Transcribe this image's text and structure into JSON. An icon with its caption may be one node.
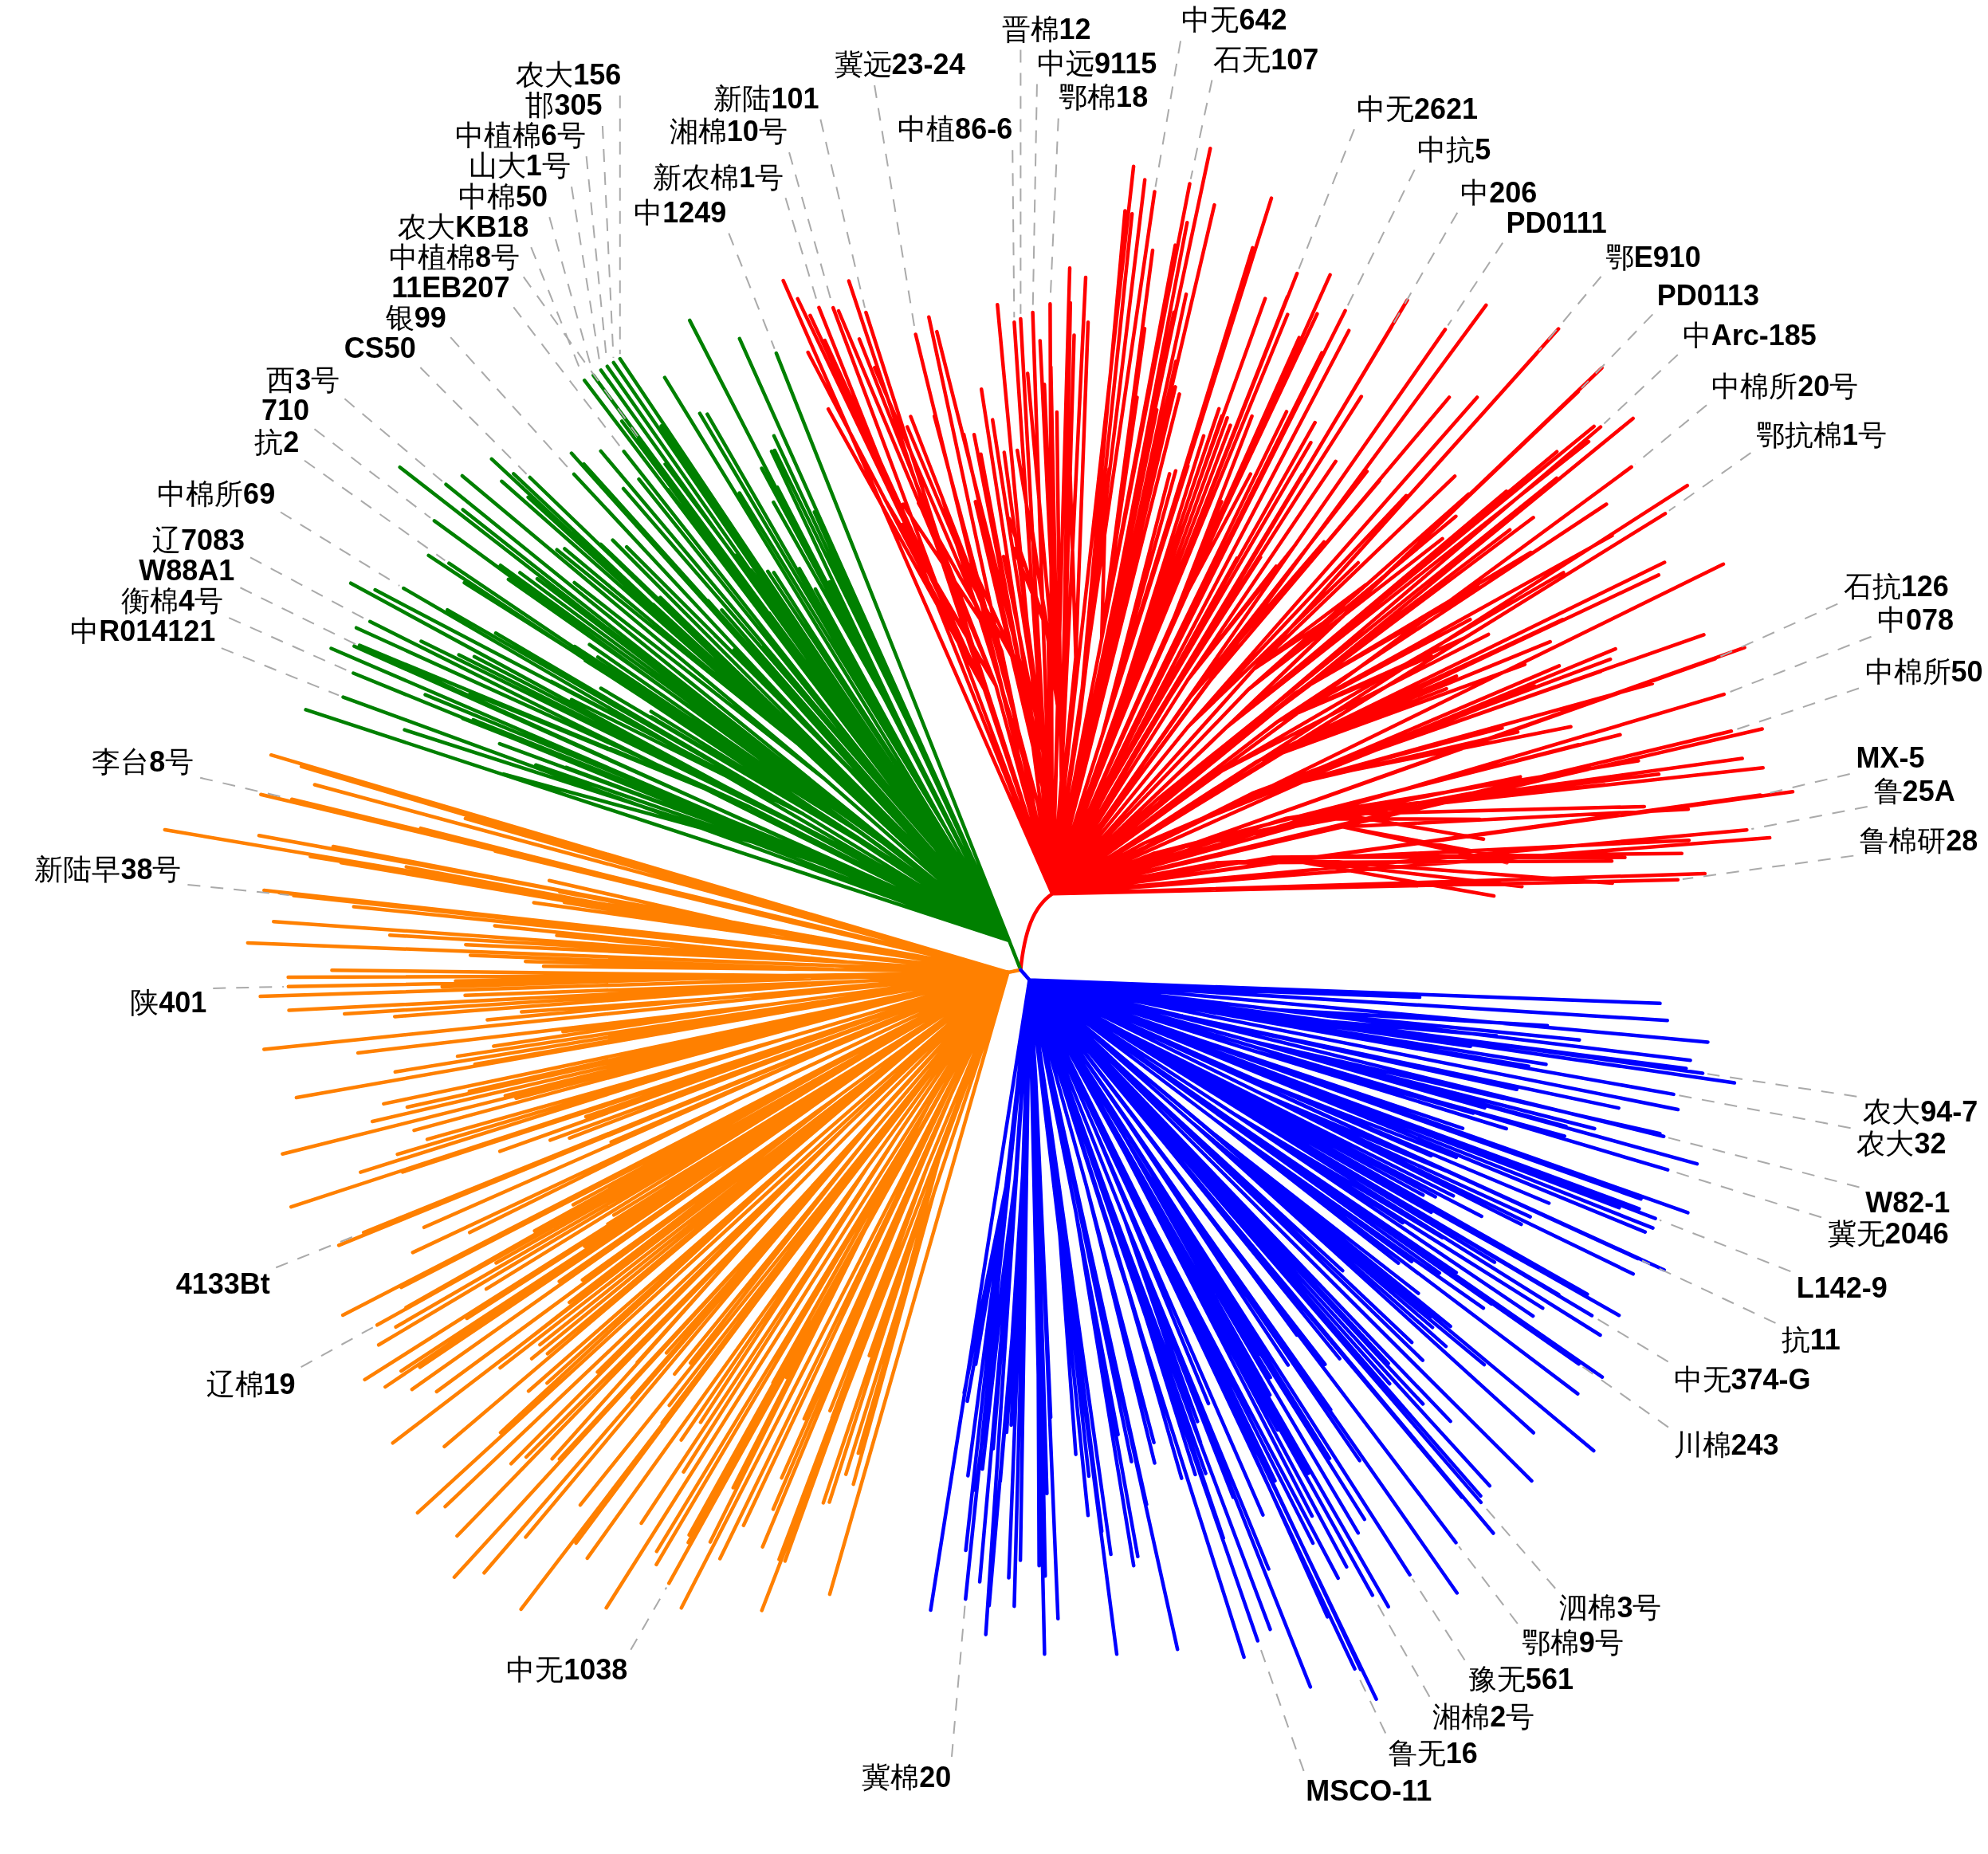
{
  "diagram": {
    "nodes": [
      {
        "text": [
          "晋棉**12**"
        ]
      },
      {
        "text": [
          "中远**9115**"
        ]
      },
      {
        "text": [
          "鄂棉**18**"
        ]
      },
      {
        "text": [
          "中无**642**"
        ]
      },
      {
        "text": [
          "石无**107**"
        ]
      },
      {
        "text": [
          "中无**2621**"
        ]
      },
      {
        "text": [
          "中抗**5**"
        ]
      },
      {
        "text": [
          "中**206**"
        ]
      },
      {
        "text": [
          "PD0111"
        ]
      },
      {
        "text": [
          "鄂**E910**"
        ]
      },
      {
        "text": [
          "PD0113"
        ]
      },
      {
        "text": [
          "中**Arc-185**"
        ]
      },
      {
        "text": [
          "中棉所**20**号"
        ]
      },
      {
        "text": [
          "鄂抗棉**1**号"
        ]
      },
      {
        "text": [
          "石抗**126**"
        ]
      },
      {
        "text": [
          "中**078**"
        ]
      },
      {
        "text": [
          "中棉所**50**"
        ]
      },
      {
        "text": [
          "MX-5"
        ]
      },
      {
        "text": [
          "鲁**25A**"
        ]
      },
      {
        "text": [
          "鲁棉研**28**"
        ]
      },
      {
        "text": [
          "农大**94-7**"
        ]
      },
      {
        "text": [
          "农大**32**"
        ]
      },
      {
        "text": [
          "W82-1"
        ]
      },
      {
        "text": [
          "冀无**2046**"
        ]
      },
      {
        "text": [
          "L142-9"
        ]
      },
      {
        "text": [
          "抗**11**"
        ]
      },
      {
        "text": [
          "中无**374-G**"
        ]
      },
      {
        "text": [
          "川棉**243**"
        ]
      },
      {
        "text": [
          "泗棉**3**号"
        ]
      },
      {
        "text": [
          "鄂棉**9**号"
        ]
      },
      {
        "text": [
          "豫无**561**"
        ]
      },
      {
        "text": [
          "湘棉**2**号"
        ]
      },
      {
        "text": [
          "鲁无**16**"
        ]
      },
      {
        "text": [
          "MSCO-11"
        ]
      },
      {
        "text": [
          "冀棉**20**"
        ]
      },
      {
        "text": [
          "中无**1038**"
        ]
      },
      {
        "text": [
          "辽棉**19**"
        ]
      },
      {
        "text": [
          "4133Bt"
        ]
      },
      {
        "text": [
          "陕**401**"
        ]
      },
      {
        "text": [
          "新陆早**38**号"
        ]
      },
      {
        "text": [
          "李台**8**号"
        ]
      },
      {
        "text": [
          "中**R014121**"
        ]
      },
      {
        "text": [
          "衡棉**4**号"
        ]
      },
      {
        "text": [
          "W88A1"
        ]
      },
      {
        "text": [
          "辽**7083**"
        ]
      },
      {
        "text": [
          "中棉所**69**"
        ]
      },
      {
        "text": [
          "抗**2**"
        ]
      },
      {
        "text": [
          "710"
        ]
      },
      {
        "text": [
          "西**3**号"
        ]
      },
      {
        "text": [
          "CS50"
        ]
      },
      {
        "text": [
          "银**99**"
        ]
      },
      {
        "text": [
          "11EB207"
        ]
      },
      {
        "text": [
          "中植棉**8**号"
        ]
      },
      {
        "text": [
          "农大**KB18**"
        ]
      },
      {
        "text": [
          "中棉**50**"
        ]
      },
      {
        "text": [
          "山大**1**号"
        ]
      },
      {
        "text": [
          "中植棉**6**号"
        ]
      },
      {
        "text": [
          "邯**305**"
        ]
      },
      {
        "text": [
          "农大**156**"
        ]
      },
      {
        "text": [
          "中**1249**"
        ]
      },
      {
        "text": [
          "新农棉**1**号"
        ]
      },
      {
        "text": [
          "湘棉**10**号"
        ]
      },
      {
        "text": [
          "新陆**101**"
        ]
      },
      {
        "text": [
          "冀远**23-24**"
        ]
      },
      {
        "text": [
          "中植**86-6**"
        ]
      }
    ],
    "edges": [
      {
        "from": 0,
        "to": null,
        "arrow": "none",
        "style": "dashed"
      },
      {
        "from": 1,
        "to": null,
        "arrow": "none",
        "style": "dashed"
      },
      {
        "from": 2,
        "to": null,
        "arrow": "none",
        "style": "dashed"
      },
      {
        "from": 3,
        "to": null,
        "arrow": "none",
        "style": "dashed"
      },
      {
        "from": 4,
        "to": null,
        "arrow": "none",
        "style": "dashed"
      },
      {
        "from": 5,
        "to": null,
        "arrow": "none",
        "style": "dashed"
      },
      {
        "from": 6,
        "to": null,
        "arrow": "none",
        "style": "dashed"
      },
      {
        "from": 7,
        "to": null,
        "arrow": "none",
        "style": "dashed"
      },
      {
        "from": 8,
        "to": null,
        "arrow": "none",
        "style": "dashed"
      },
      {
        "from": 9,
        "to": null,
        "arrow": "none",
        "style": "dashed"
      },
      {
        "from": 10,
        "to": null,
        "arrow": "none",
        "style": "dashed"
      },
      {
        "from": 11,
        "to": null,
        "arrow": "none",
        "style": "dashed"
      },
      {
        "from": 12,
        "to": null,
        "arrow": "none",
        "style": "dashed"
      },
      {
        "from": 13,
        "to": null,
        "arrow": "none",
        "style": "dashed"
      },
      {
        "from": 14,
        "to": null,
        "arrow": "none",
        "style": "dashed"
      },
      {
        "from": 15,
        "to": null,
        "arrow": "none",
        "style": "dashed"
      },
      {
        "from": 16,
        "to": null,
        "arrow": "none",
        "style": "dashed"
      },
      {
        "from": 17,
        "to": null,
        "arrow": "none",
        "style": "dashed"
      },
      {
        "from": 18,
        "to": null,
        "arrow": "none",
        "style": "dashed"
      },
      {
        "from": 19,
        "to": null,
        "arrow": "none",
        "style": "dashed"
      },
      {
        "from": 20,
        "to": null,
        "arrow": "none",
        "style": "dashed"
      },
      {
        "from": 21,
        "to": null,
        "arrow": "none",
        "style": "dashed"
      },
      {
        "from": 22,
        "to": null,
        "arrow": "none",
        "style": "dashed"
      },
      {
        "from": 23,
        "to": null,
        "arrow": "none",
        "style": "dashed"
      },
      {
        "from": 24,
        "to": null,
        "arrow": "none",
        "style": "dashed"
      },
      {
        "from": 25,
        "to": null,
        "arrow": "none",
        "style": "dashed"
      },
      {
        "from": 26,
        "to": null,
        "arrow": "none",
        "style": "dashed"
      },
      {
        "from": 27,
        "to": null,
        "arrow": "none",
        "style": "dashed"
      },
      {
        "from": 28,
        "to": null,
        "arrow": "none",
        "style": "dashed"
      },
      {
        "from": 29,
        "to": null,
        "arrow": "none",
        "style": "dashed"
      },
      {
        "from": 30,
        "to": null,
        "arrow": "none",
        "style": "dashed"
      },
      {
        "from": 31,
        "to": null,
        "arrow": "none",
        "style": "dashed"
      },
      {
        "from": 32,
        "to": null,
        "arrow": "none",
        "style": "dashed"
      },
      {
        "from": 33,
        "to": null,
        "arrow": "none",
        "style": "dashed"
      },
      {
        "from": 34,
        "to": null,
        "arrow": "none",
        "style": "dashed"
      },
      {
        "from": 35,
        "to": null,
        "arrow": "none",
        "style": "dashed"
      },
      {
        "from": 36,
        "to": null,
        "arrow": "none",
        "style": "dashed"
      },
      {
        "from": 37,
        "to": null,
        "arrow": "none",
        "style": "dashed"
      },
      {
        "from": 38,
        "to": null,
        "arrow": "none",
        "style": "dashed"
      },
      {
        "from": 39,
        "to": null,
        "arrow": "none",
        "style": "dashed"
      },
      {
        "from": 40,
        "to": null,
        "arrow": "none",
        "style": "dashed"
      },
      {
        "from": 41,
        "to": null,
        "arrow": "none",
        "style": "dashed"
      },
      {
        "from": 42,
        "to": null,
        "arrow": "none",
        "style": "dashed"
      },
      {
        "from": 43,
        "to": null,
        "arrow": "none",
        "style": "dashed"
      },
      {
        "from": 44,
        "to": null,
        "arrow": "none",
        "style": "dashed"
      },
      {
        "from": 45,
        "to": null,
        "arrow": "none",
        "style": "dashed"
      },
      {
        "from": 46,
        "to": null,
        "arrow": "none",
        "style": "dashed"
      },
      {
        "from": 47,
        "to": null,
        "arrow": "none",
        "style": "dashed"
      },
      {
        "from": 48,
        "to": null,
        "arrow": "none",
        "style": "dashed"
      },
      {
        "from": 49,
        "to": null,
        "arrow": "none",
        "style": "dashed"
      },
      {
        "from": 50,
        "to": null,
        "arrow": "none",
        "style": "dashed"
      },
      {
        "from": 51,
        "to": null,
        "arrow": "none",
        "style": "dashed"
      },
      {
        "from": 52,
        "to": null,
        "arrow": "none",
        "style": "dashed"
      },
      {
        "from": 53,
        "to": null,
        "arrow": "none",
        "style": "dashed"
      },
      {
        "from": 54,
        "to": null,
        "arrow": "none",
        "style": "dashed"
      },
      {
        "from": 55,
        "to": null,
        "arrow": "none",
        "style": "dashed"
      },
      {
        "from": 56,
        "to": null,
        "arrow": "none",
        "style": "dashed"
      },
      {
        "from": 57,
        "to": null,
        "arrow": "none",
        "style": "dashed"
      },
      {
        "from": 58,
        "to": null,
        "arrow": "none",
        "style": "dashed"
      },
      {
        "from": 59,
        "to": null,
        "arrow": "none",
        "style": "dashed"
      },
      {
        "from": 60,
        "to": null,
        "arrow": "none",
        "style": "dashed"
      },
      {
        "from": 61,
        "to": null,
        "arrow": "none",
        "style": "dashed"
      },
      {
        "from": 62,
        "to": null,
        "arrow": "none",
        "style": "dashed"
      },
      {
        "from": 63,
        "to": null,
        "arrow": "none",
        "style": "dashed"
      },
      {
        "from": 64,
        "to": null,
        "arrow": "none",
        "style": "dashed"
      }
    ]
  }
}
